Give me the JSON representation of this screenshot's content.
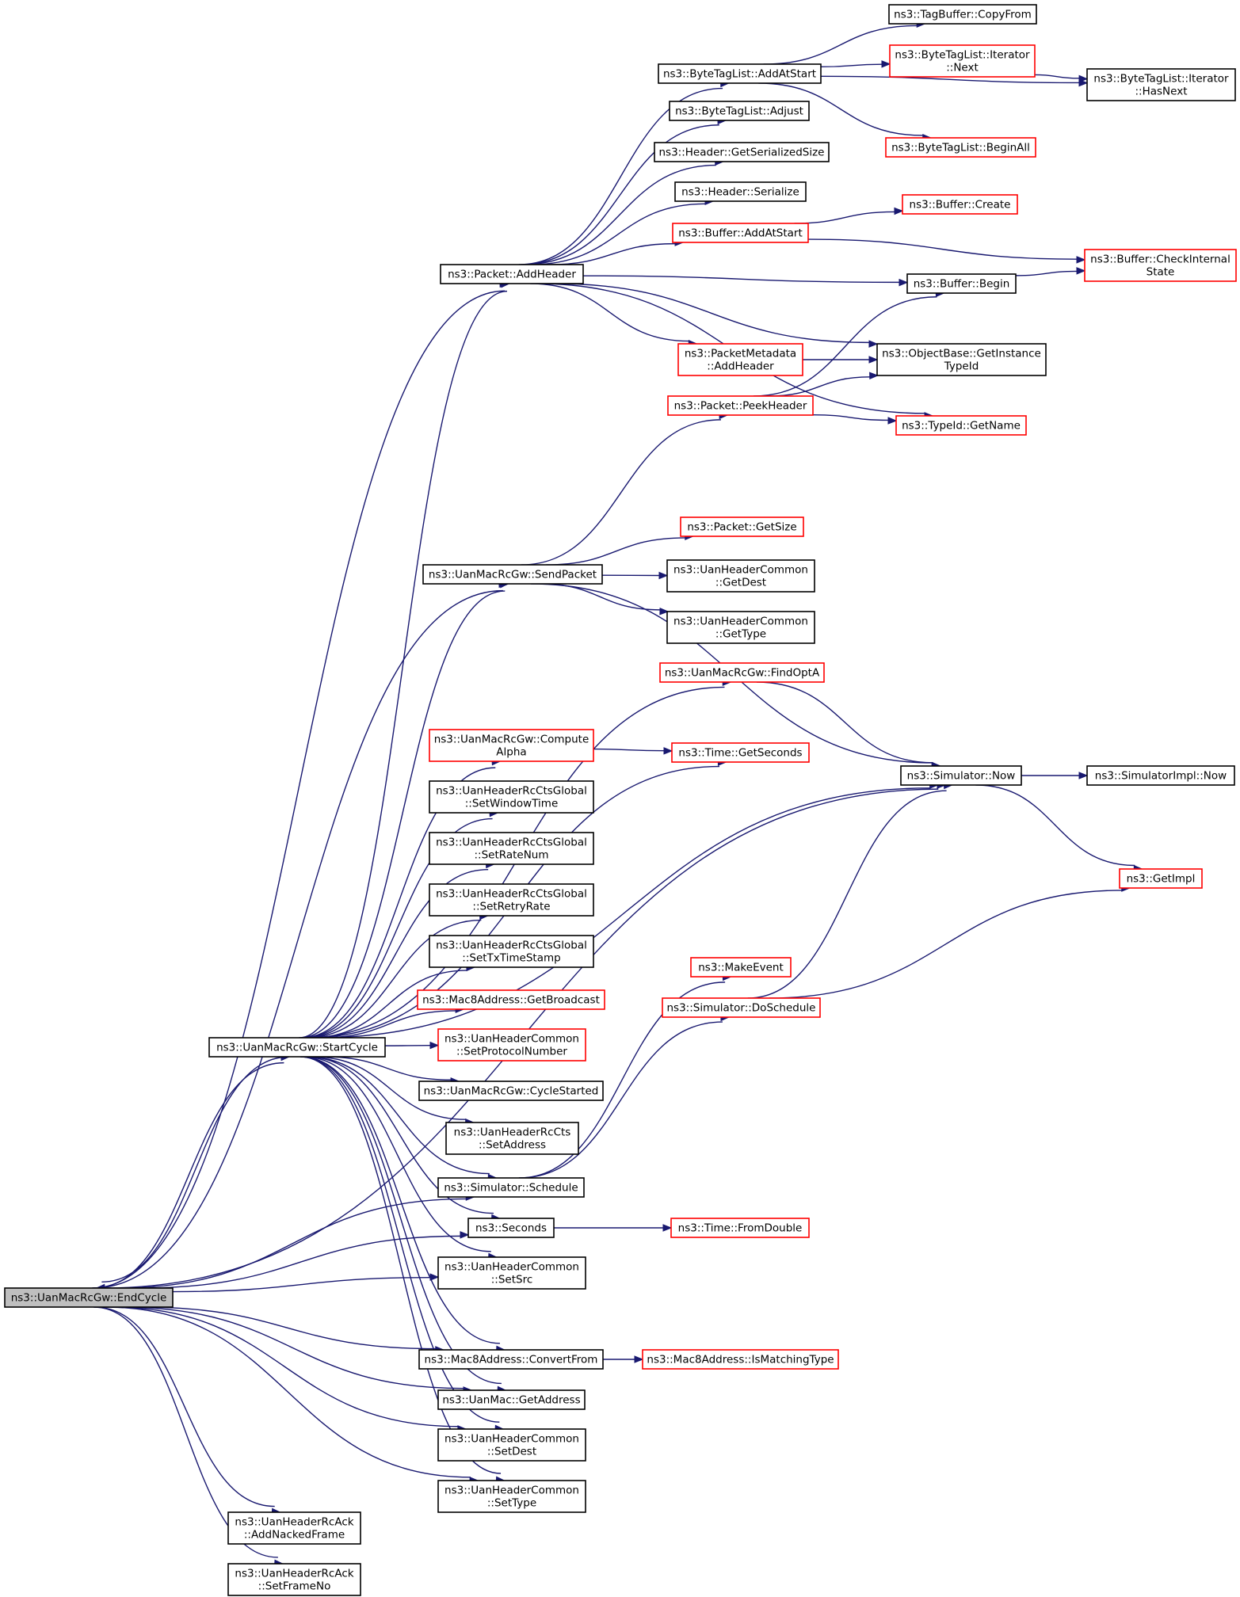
{
  "colors": {
    "edge": "#191970",
    "border_default": "#000000",
    "border_truncated": "#ff0000",
    "root_fill": "#bfbfbf"
  },
  "nodes": [
    {
      "id": "endcycle",
      "lines": [
        "ns3::UanMacRcGw::EndCycle"
      ],
      "style": "root"
    },
    {
      "id": "startcycle",
      "lines": [
        "ns3::UanMacRcGw::StartCycle"
      ],
      "style": "default"
    },
    {
      "id": "addheader",
      "lines": [
        "ns3::Packet::AddHeader"
      ],
      "style": "default"
    },
    {
      "id": "sendpacket",
      "lines": [
        "ns3::UanMacRcGw::SendPacket"
      ],
      "style": "default"
    },
    {
      "id": "findopta",
      "lines": [
        "ns3::UanMacRcGw::FindOptA"
      ],
      "style": "truncated"
    },
    {
      "id": "computealpha",
      "lines": [
        "ns3::UanMacRcGw::Compute",
        "Alpha"
      ],
      "style": "truncated"
    },
    {
      "id": "setwindowtime",
      "lines": [
        "ns3::UanHeaderRcCtsGlobal",
        "::SetWindowTime"
      ],
      "style": "default"
    },
    {
      "id": "setratenum",
      "lines": [
        "ns3::UanHeaderRcCtsGlobal",
        "::SetRateNum"
      ],
      "style": "default"
    },
    {
      "id": "setretryrate",
      "lines": [
        "ns3::UanHeaderRcCtsGlobal",
        "::SetRetryRate"
      ],
      "style": "default"
    },
    {
      "id": "settxtimestamp",
      "lines": [
        "ns3::UanHeaderRcCtsGlobal",
        "::SetTxTimeStamp"
      ],
      "style": "default"
    },
    {
      "id": "getbroadcast",
      "lines": [
        "ns3::Mac8Address::GetBroadcast"
      ],
      "style": "truncated"
    },
    {
      "id": "setprotocolnumber",
      "lines": [
        "ns3::UanHeaderCommon",
        "::SetProtocolNumber"
      ],
      "style": "truncated"
    },
    {
      "id": "cyclestarted",
      "lines": [
        "ns3::UanMacRcGw::CycleStarted"
      ],
      "style": "default"
    },
    {
      "id": "rcctssetaddress",
      "lines": [
        "ns3::UanHeaderRcCts",
        "::SetAddress"
      ],
      "style": "default"
    },
    {
      "id": "schedule",
      "lines": [
        "ns3::Simulator::Schedule"
      ],
      "style": "default"
    },
    {
      "id": "seconds",
      "lines": [
        "ns3::Seconds"
      ],
      "style": "default"
    },
    {
      "id": "setsrc",
      "lines": [
        "ns3::UanHeaderCommon",
        "::SetSrc"
      ],
      "style": "default"
    },
    {
      "id": "convertfrom",
      "lines": [
        "ns3::Mac8Address::ConvertFrom"
      ],
      "style": "default"
    },
    {
      "id": "getaddress",
      "lines": [
        "ns3::UanMac::GetAddress"
      ],
      "style": "default"
    },
    {
      "id": "setdest",
      "lines": [
        "ns3::UanHeaderCommon",
        "::SetDest"
      ],
      "style": "default"
    },
    {
      "id": "settype",
      "lines": [
        "ns3::UanHeaderCommon",
        "::SetType"
      ],
      "style": "default"
    },
    {
      "id": "addnackedframe",
      "lines": [
        "ns3::UanHeaderRcAck",
        "::AddNackedFrame"
      ],
      "style": "default"
    },
    {
      "id": "setframeno",
      "lines": [
        "ns3::UanHeaderRcAck",
        "::SetFrameNo"
      ],
      "style": "default"
    },
    {
      "id": "bytetaglistaddatstart",
      "lines": [
        "ns3::ByteTagList::AddAtStart"
      ],
      "style": "default"
    },
    {
      "id": "bytetaglistadjust",
      "lines": [
        "ns3::ByteTagList::Adjust"
      ],
      "style": "default"
    },
    {
      "id": "getserializedsize",
      "lines": [
        "ns3::Header::GetSerializedSize"
      ],
      "style": "default"
    },
    {
      "id": "serialize",
      "lines": [
        "ns3::Header::Serialize"
      ],
      "style": "default"
    },
    {
      "id": "bufferaddatstart",
      "lines": [
        "ns3::Buffer::AddAtStart"
      ],
      "style": "truncated"
    },
    {
      "id": "bufferbegin",
      "lines": [
        "ns3::Buffer::Begin"
      ],
      "style": "default"
    },
    {
      "id": "packetmetadataaddheader",
      "lines": [
        "ns3::PacketMetadata",
        "::AddHeader"
      ],
      "style": "truncated"
    },
    {
      "id": "getinstancetypeid",
      "lines": [
        "ns3::ObjectBase::GetInstance",
        "TypeId"
      ],
      "style": "default"
    },
    {
      "id": "peekheader",
      "lines": [
        "ns3::Packet::PeekHeader"
      ],
      "style": "truncated"
    },
    {
      "id": "typeidgetname",
      "lines": [
        "ns3::TypeId::GetName"
      ],
      "style": "truncated"
    },
    {
      "id": "tagbuffercopyfrom",
      "lines": [
        "ns3::TagBuffer::CopyFrom"
      ],
      "style": "default"
    },
    {
      "id": "iteratornext",
      "lines": [
        "ns3::ByteTagList::Iterator",
        "::Next"
      ],
      "style": "truncated"
    },
    {
      "id": "iteratorhasnext",
      "lines": [
        "ns3::ByteTagList::Iterator",
        "::HasNext"
      ],
      "style": "default"
    },
    {
      "id": "beginall",
      "lines": [
        "ns3::ByteTagList::BeginAll"
      ],
      "style": "truncated"
    },
    {
      "id": "buffercreate",
      "lines": [
        "ns3::Buffer::Create"
      ],
      "style": "truncated"
    },
    {
      "id": "checkinternalstate",
      "lines": [
        "ns3::Buffer::CheckInternal",
        "State"
      ],
      "style": "truncated"
    },
    {
      "id": "packetgetsize",
      "lines": [
        "ns3::Packet::GetSize"
      ],
      "style": "truncated"
    },
    {
      "id": "getdest",
      "lines": [
        "ns3::UanHeaderCommon",
        "::GetDest"
      ],
      "style": "default"
    },
    {
      "id": "gettype",
      "lines": [
        "ns3::UanHeaderCommon",
        "::GetType"
      ],
      "style": "default"
    },
    {
      "id": "getseconds",
      "lines": [
        "ns3::Time::GetSeconds"
      ],
      "style": "truncated"
    },
    {
      "id": "simulatornow",
      "lines": [
        "ns3::Simulator::Now"
      ],
      "style": "default"
    },
    {
      "id": "simulatorimplnow",
      "lines": [
        "ns3::SimulatorImpl::Now"
      ],
      "style": "default"
    },
    {
      "id": "getimpl",
      "lines": [
        "ns3::GetImpl"
      ],
      "style": "truncated"
    },
    {
      "id": "makeevent",
      "lines": [
        "ns3::MakeEvent"
      ],
      "style": "truncated"
    },
    {
      "id": "doschedule",
      "lines": [
        "ns3::Simulator::DoSchedule"
      ],
      "style": "truncated"
    },
    {
      "id": "fromdouble",
      "lines": [
        "ns3::Time::FromDouble"
      ],
      "style": "truncated"
    },
    {
      "id": "ismatchingtype",
      "lines": [
        "ns3::Mac8Address::IsMatchingType"
      ],
      "style": "truncated"
    }
  ],
  "edges": [
    [
      "endcycle",
      "addheader"
    ],
    [
      "endcycle",
      "sendpacket"
    ],
    [
      "endcycle",
      "startcycle"
    ],
    [
      "endcycle",
      "schedule"
    ],
    [
      "endcycle",
      "seconds"
    ],
    [
      "endcycle",
      "setsrc"
    ],
    [
      "endcycle",
      "simulatornow"
    ],
    [
      "endcycle",
      "convertfrom"
    ],
    [
      "endcycle",
      "getaddress"
    ],
    [
      "endcycle",
      "setdest"
    ],
    [
      "endcycle",
      "settype"
    ],
    [
      "endcycle",
      "addnackedframe"
    ],
    [
      "endcycle",
      "setframeno"
    ],
    [
      "startcycle",
      "endcycle"
    ],
    [
      "startcycle",
      "addheader"
    ],
    [
      "startcycle",
      "sendpacket"
    ],
    [
      "startcycle",
      "findopta"
    ],
    [
      "startcycle",
      "simulatornow"
    ],
    [
      "startcycle",
      "getseconds"
    ],
    [
      "startcycle",
      "computealpha"
    ],
    [
      "startcycle",
      "setwindowtime"
    ],
    [
      "startcycle",
      "setratenum"
    ],
    [
      "startcycle",
      "setretryrate"
    ],
    [
      "startcycle",
      "settxtimestamp"
    ],
    [
      "startcycle",
      "getbroadcast"
    ],
    [
      "startcycle",
      "setprotocolnumber"
    ],
    [
      "startcycle",
      "cyclestarted"
    ],
    [
      "startcycle",
      "rcctssetaddress"
    ],
    [
      "startcycle",
      "schedule"
    ],
    [
      "startcycle",
      "seconds"
    ],
    [
      "startcycle",
      "setsrc"
    ],
    [
      "startcycle",
      "convertfrom"
    ],
    [
      "startcycle",
      "getaddress"
    ],
    [
      "startcycle",
      "setdest"
    ],
    [
      "startcycle",
      "settype"
    ],
    [
      "addheader",
      "bytetaglistaddatstart"
    ],
    [
      "addheader",
      "bytetaglistadjust"
    ],
    [
      "addheader",
      "getserializedsize"
    ],
    [
      "addheader",
      "serialize"
    ],
    [
      "addheader",
      "bufferaddatstart"
    ],
    [
      "addheader",
      "bufferbegin"
    ],
    [
      "addheader",
      "getinstancetypeid"
    ],
    [
      "addheader",
      "packetmetadataaddheader"
    ],
    [
      "addheader",
      "typeidgetname"
    ],
    [
      "bytetaglistaddatstart",
      "tagbuffercopyfrom"
    ],
    [
      "bytetaglistaddatstart",
      "iteratornext"
    ],
    [
      "bytetaglistaddatstart",
      "iteratorhasnext"
    ],
    [
      "bytetaglistaddatstart",
      "beginall"
    ],
    [
      "iteratornext",
      "iteratorhasnext"
    ],
    [
      "bufferaddatstart",
      "buffercreate"
    ],
    [
      "bufferaddatstart",
      "checkinternalstate"
    ],
    [
      "bufferbegin",
      "checkinternalstate"
    ],
    [
      "packetmetadataaddheader",
      "getinstancetypeid"
    ],
    [
      "peekheader",
      "bufferbegin"
    ],
    [
      "peekheader",
      "getinstancetypeid"
    ],
    [
      "peekheader",
      "typeidgetname"
    ],
    [
      "sendpacket",
      "peekheader"
    ],
    [
      "sendpacket",
      "simulatornow"
    ],
    [
      "sendpacket",
      "packetgetsize"
    ],
    [
      "sendpacket",
      "getdest"
    ],
    [
      "sendpacket",
      "gettype"
    ],
    [
      "findopta",
      "simulatornow"
    ],
    [
      "computealpha",
      "getseconds"
    ],
    [
      "simulatornow",
      "simulatorimplnow"
    ],
    [
      "simulatornow",
      "getimpl"
    ],
    [
      "doschedule",
      "simulatornow"
    ],
    [
      "doschedule",
      "getimpl"
    ],
    [
      "schedule",
      "makeevent"
    ],
    [
      "schedule",
      "doschedule"
    ],
    [
      "seconds",
      "fromdouble"
    ],
    [
      "convertfrom",
      "ismatchingtype"
    ]
  ]
}
